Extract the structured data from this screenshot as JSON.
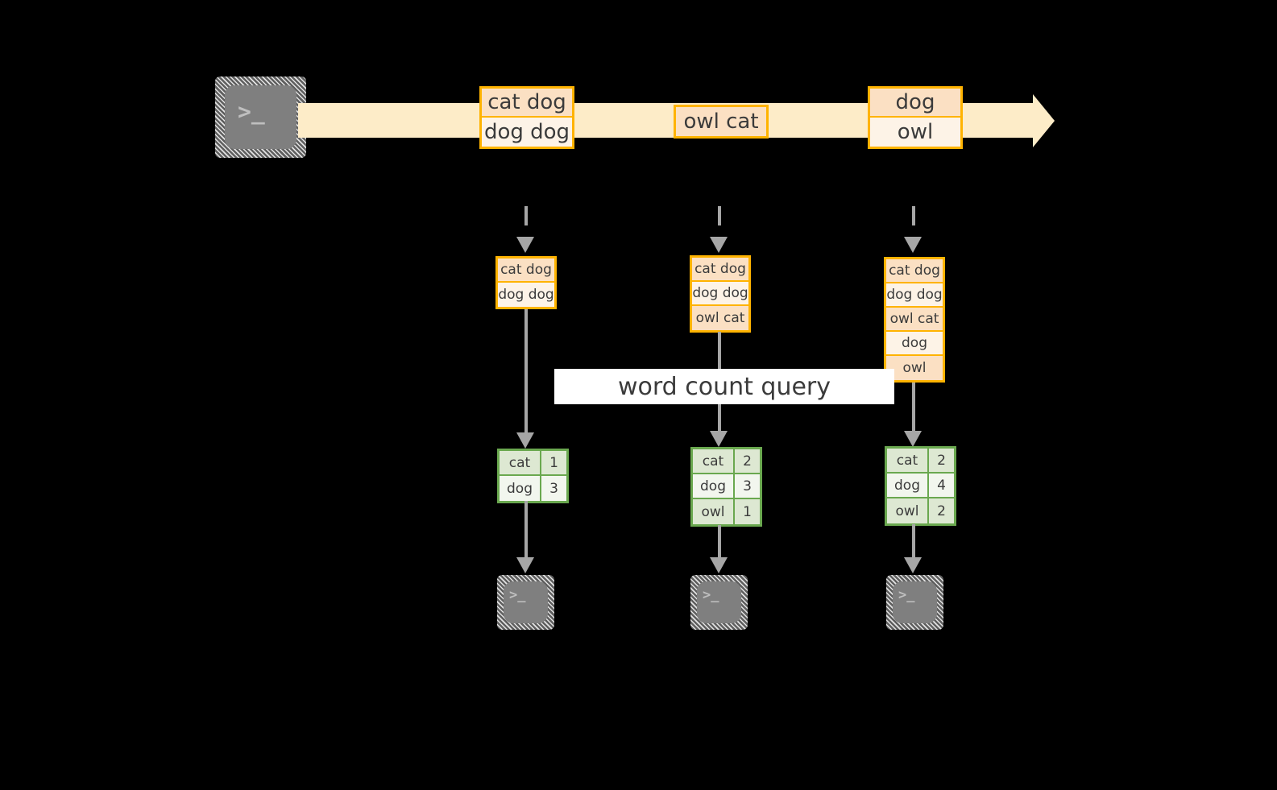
{
  "diagram": {
    "title": "streaming word count materialized view",
    "colors": {
      "background": "#000000",
      "stream_fill": "#fdecc8",
      "message_border": "#ffb300",
      "message_fill_dark": "#fbe0c3",
      "message_fill_light": "#fdf3e7",
      "result_border": "#6aa84f",
      "result_fill_dark": "#dde8d2",
      "result_fill_light": "#f2f6ee",
      "arrow_gray": "#a6a6a6",
      "terminal_face": "#7f7f7f",
      "label_fill": "#ffffff"
    }
  },
  "producer": {
    "icon": "terminal-icon",
    "glyph": ">_"
  },
  "stream": {
    "icon": "right-arrow-icon",
    "messages": [
      {
        "group": 1,
        "cells": [
          {
            "text": "cat dog",
            "tint": "dark"
          },
          {
            "text": "dog dog",
            "tint": "light"
          }
        ]
      },
      {
        "group": 2,
        "cells": [
          {
            "text": "owl cat",
            "tint": "dark"
          }
        ]
      },
      {
        "group": 3,
        "cells": [
          {
            "text": "dog",
            "tint": "dark"
          },
          {
            "text": "owl",
            "tint": "light"
          }
        ]
      }
    ]
  },
  "snapshots": [
    {
      "column": 1,
      "accumulated": [
        {
          "text": "cat dog",
          "tint": "dark"
        },
        {
          "text": "dog dog",
          "tint": "light"
        }
      ],
      "result": {
        "rows": [
          {
            "word": "cat",
            "count": "1",
            "tint": "dark"
          },
          {
            "word": "dog",
            "count": "3",
            "tint": "light"
          }
        ]
      },
      "consumer": {
        "icon": "terminal-icon",
        "glyph": ">_"
      }
    },
    {
      "column": 2,
      "accumulated": [
        {
          "text": "cat dog",
          "tint": "dark"
        },
        {
          "text": "dog dog",
          "tint": "light"
        },
        {
          "text": "owl cat",
          "tint": "dark"
        }
      ],
      "result": {
        "rows": [
          {
            "word": "cat",
            "count": "2",
            "tint": "dark"
          },
          {
            "word": "dog",
            "count": "3",
            "tint": "light"
          },
          {
            "word": "owl",
            "count": "1",
            "tint": "dark"
          }
        ]
      },
      "consumer": {
        "icon": "terminal-icon",
        "glyph": ">_"
      }
    },
    {
      "column": 3,
      "accumulated": [
        {
          "text": "cat dog",
          "tint": "dark"
        },
        {
          "text": "dog dog",
          "tint": "light"
        },
        {
          "text": "owl cat",
          "tint": "dark"
        },
        {
          "text": "dog",
          "tint": "light"
        },
        {
          "text": "owl",
          "tint": "dark"
        }
      ],
      "result": {
        "rows": [
          {
            "word": "cat",
            "count": "2",
            "tint": "dark"
          },
          {
            "word": "dog",
            "count": "4",
            "tint": "light"
          },
          {
            "word": "owl",
            "count": "2",
            "tint": "dark"
          }
        ]
      },
      "consumer": {
        "icon": "terminal-icon",
        "glyph": ">_"
      }
    }
  ],
  "query_label": {
    "text": "word count query"
  }
}
